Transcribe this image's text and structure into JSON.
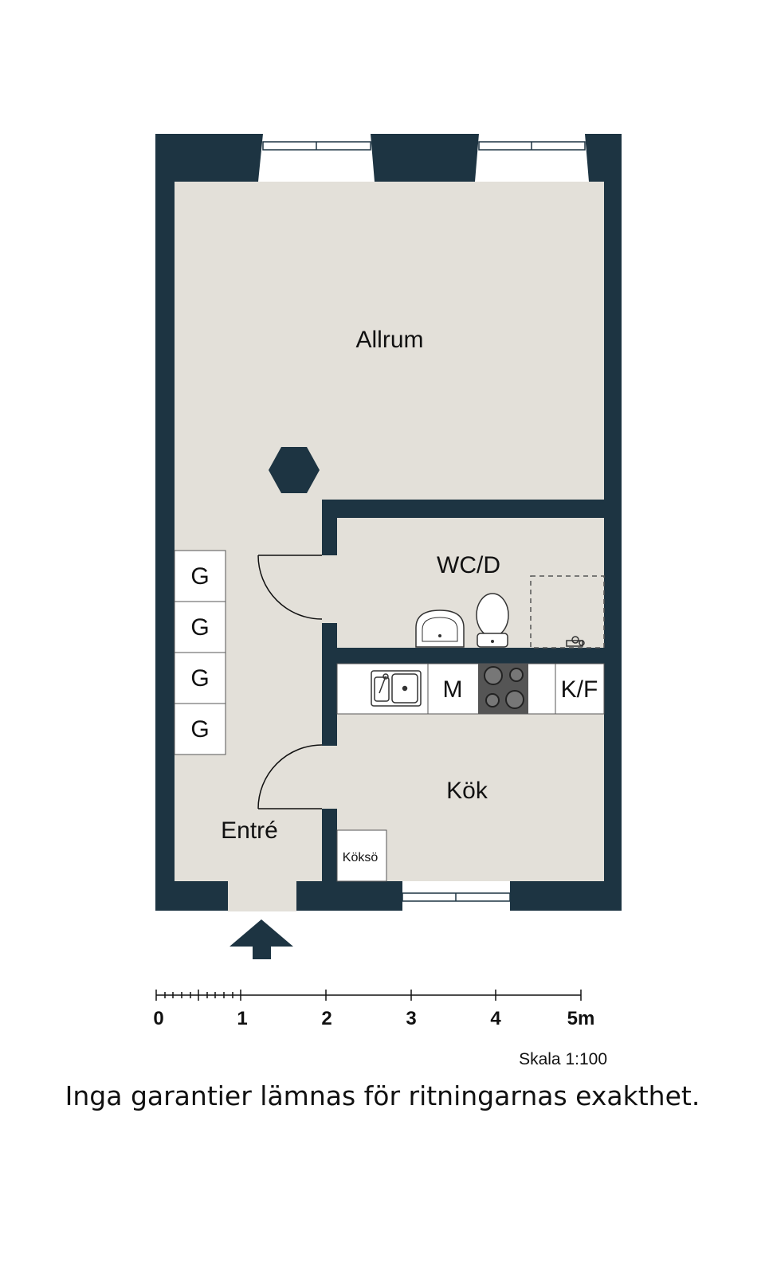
{
  "rooms": {
    "allrum": "Allrum",
    "wc": "WC/D",
    "kok": "Kök",
    "entre": "Entré"
  },
  "fixtures": {
    "wardrobe_labels": [
      "G",
      "G",
      "G",
      "G"
    ],
    "microwave": "M",
    "fridge_freezer": "K/F",
    "kitchen_island": "Köksö"
  },
  "scale_bar": {
    "ticks": [
      "0",
      "1",
      "2",
      "3",
      "4",
      "5m"
    ],
    "label": "Skala 1:100"
  },
  "disclaimer": "Inga garantier lämnas för ritningarnas exakthet.",
  "colors": {
    "wall": "#1d3442",
    "floor": "#e3e0d9",
    "background": "#ffffff"
  }
}
